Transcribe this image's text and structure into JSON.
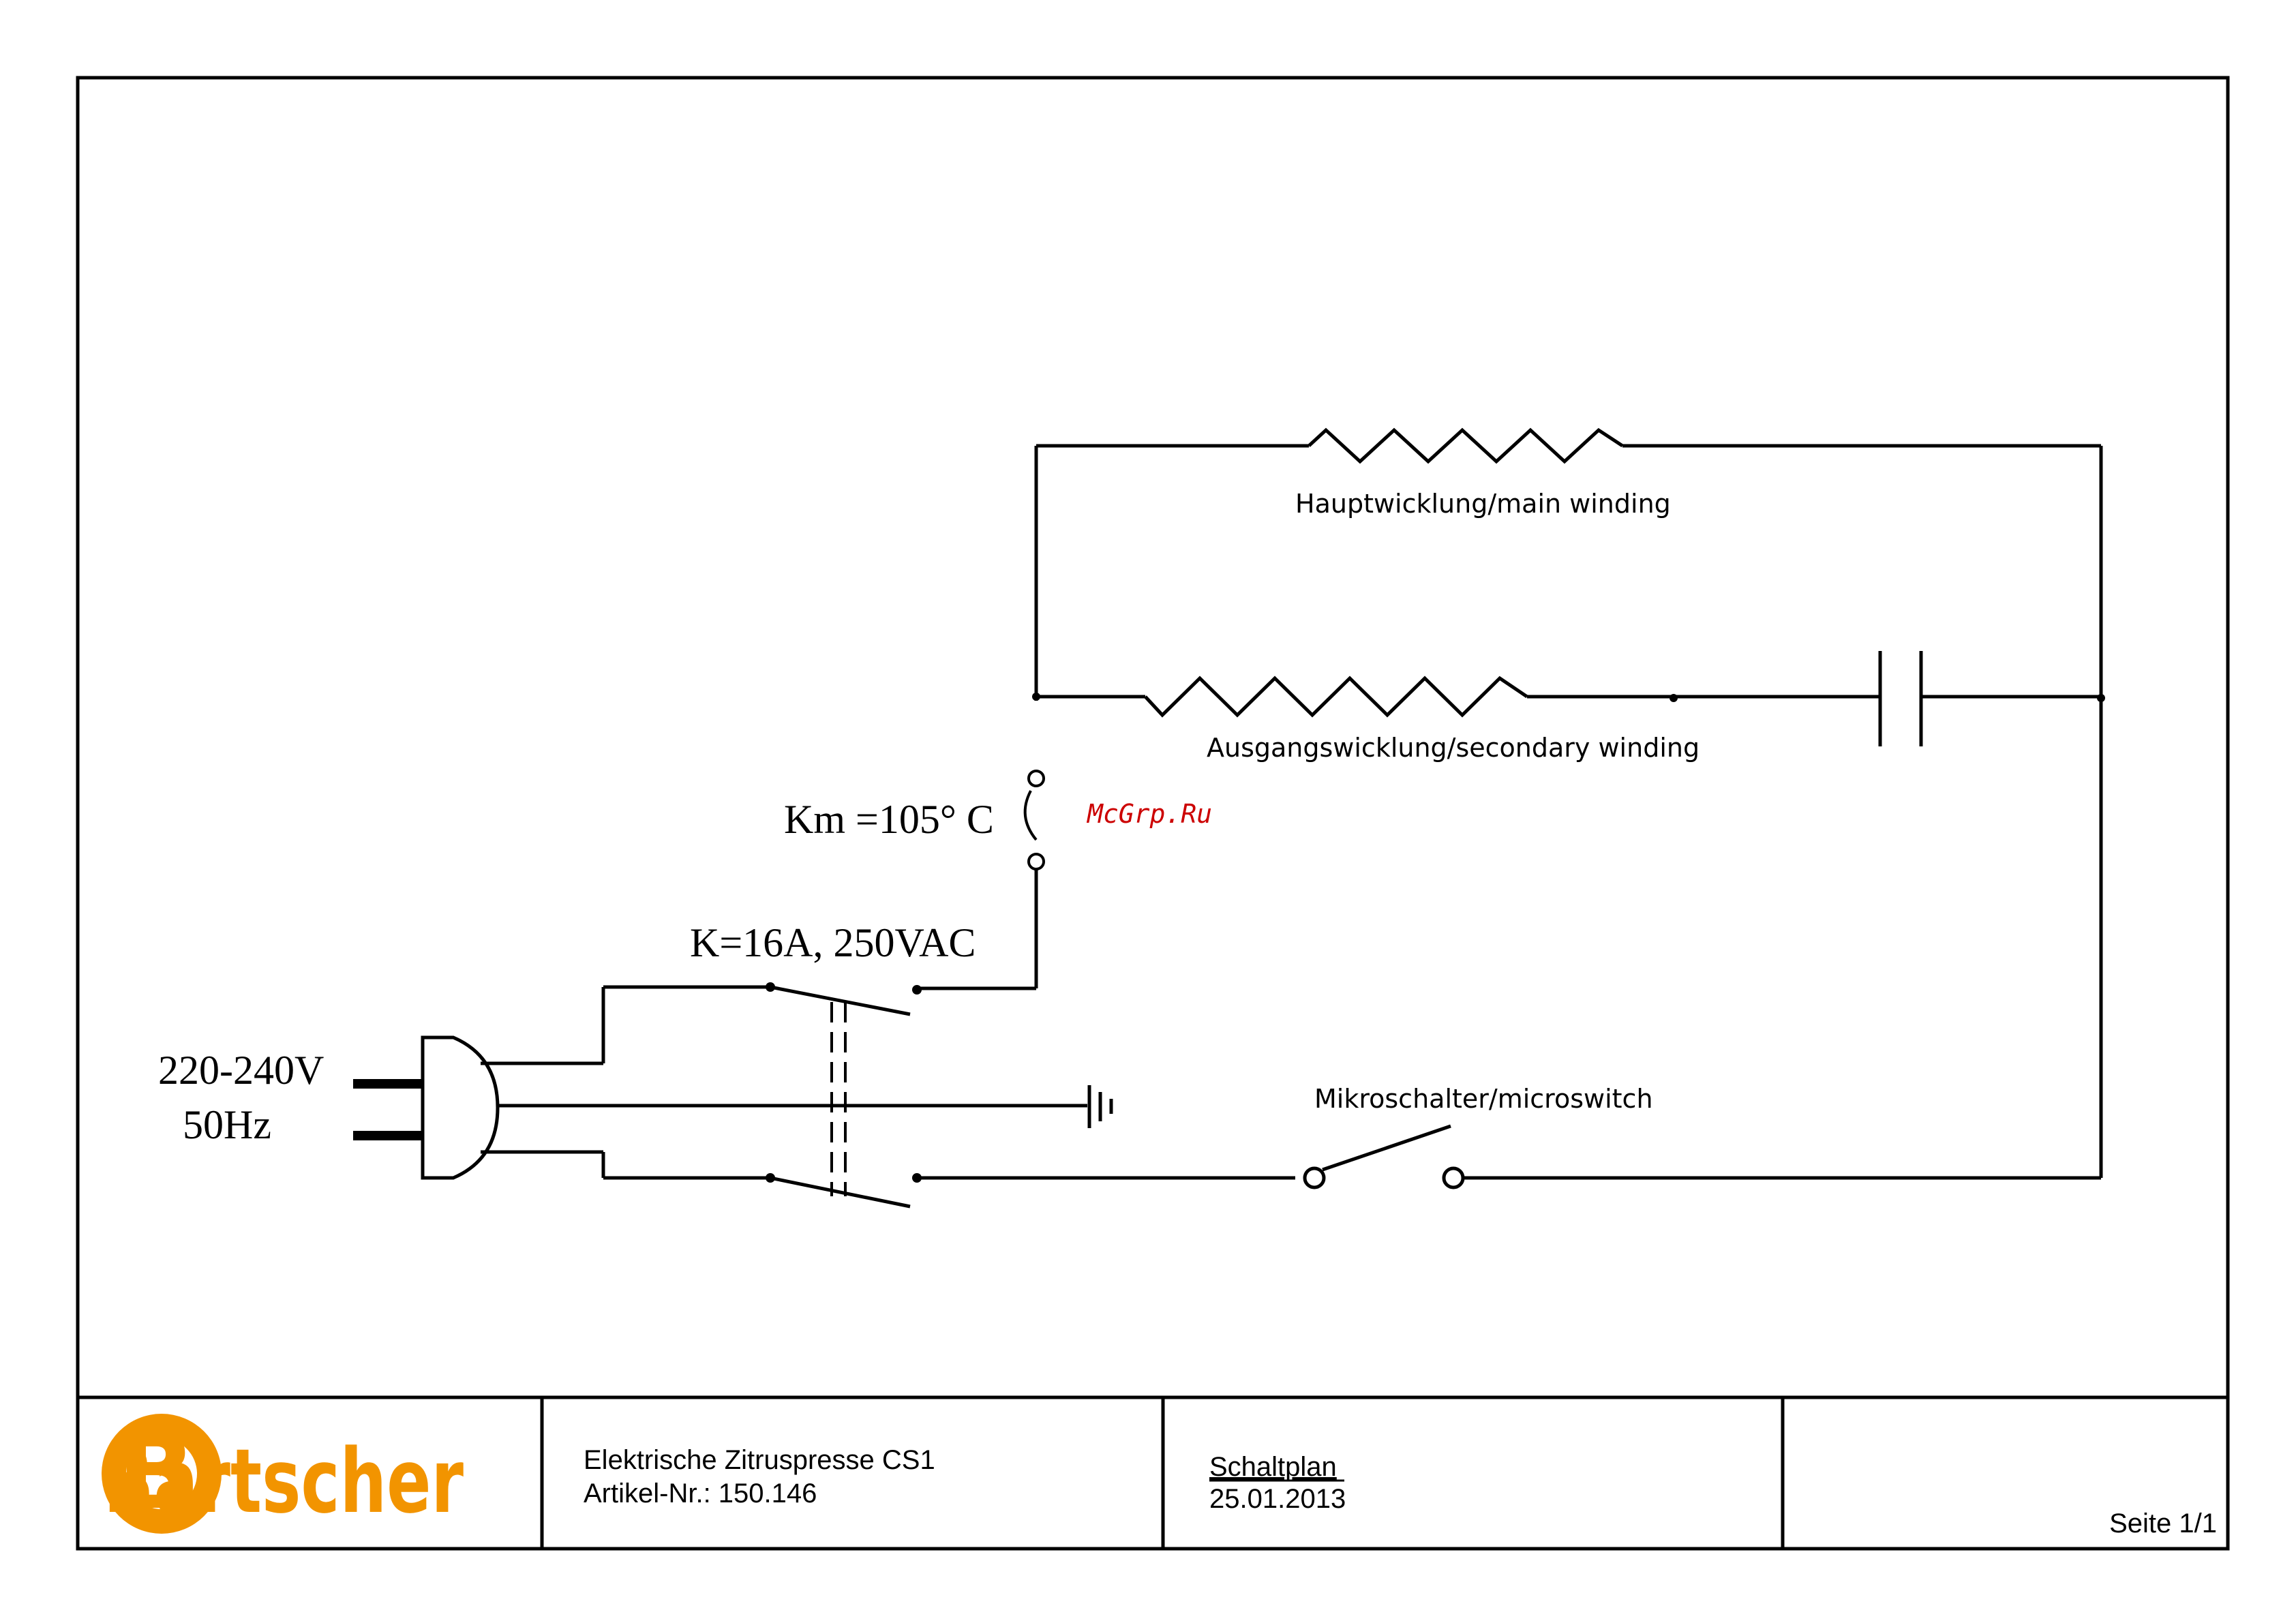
{
  "diagram": {
    "labels": {
      "main_winding": "Hauptwicklung/main winding",
      "secondary_winding": "Ausgangswicklung/secondary winding",
      "thermal_cutout": "Km =105° C",
      "switch_rating": "K=16A, 250VAC",
      "voltage": "220-240V",
      "frequency": "50Hz",
      "microswitch": "Mikroschalter/microswitch"
    },
    "watermark": "McGrp.Ru",
    "watermark_color": "#cc0000"
  },
  "title_block": {
    "logo_text": "Bartscher",
    "logo_color": "#f29400",
    "product_name": "Elektrische Zitruspresse CS1",
    "article_number": "Artikel-Nr.: 150.146",
    "doc_type": "Schaltplan",
    "date": "25.01.2013",
    "page": "Seite 1/1"
  }
}
